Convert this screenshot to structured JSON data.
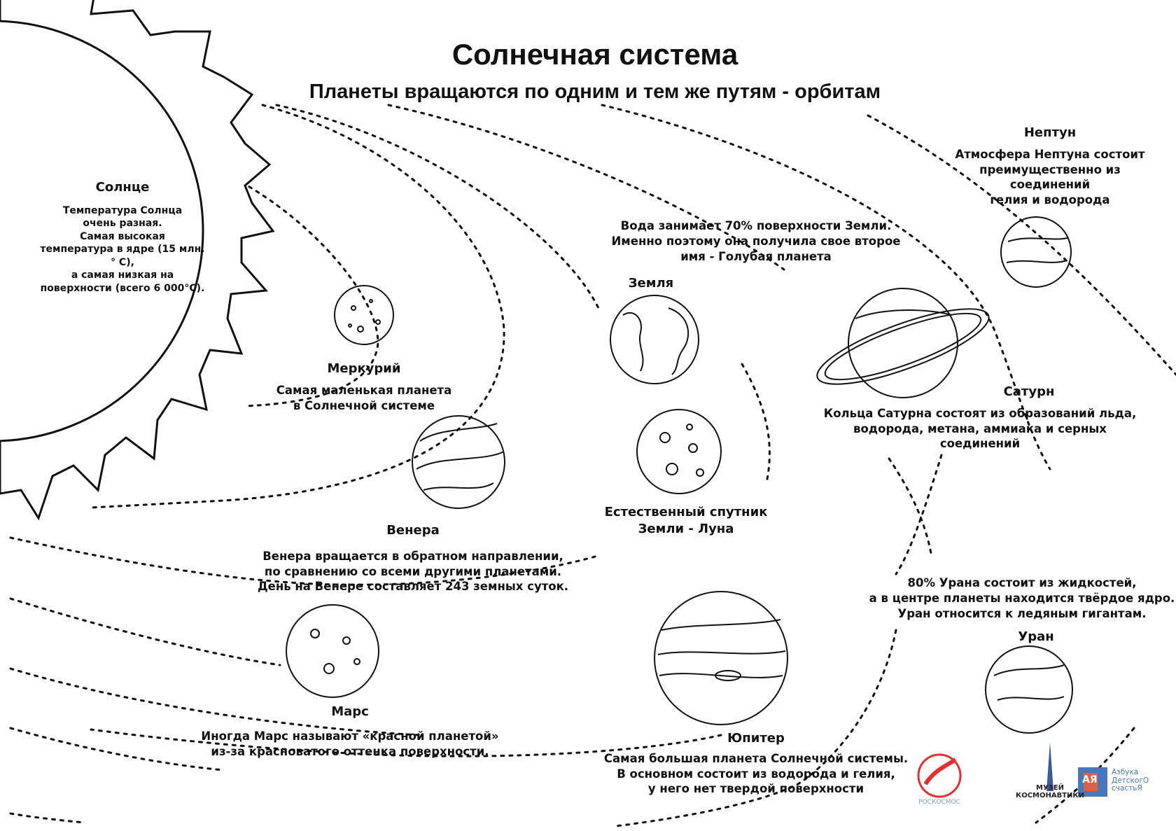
{
  "title": "Солнечная система",
  "subtitle": "Планеты вращаются по одним и тем же путям -  орбитам",
  "sun": {
    "name": "Солнце",
    "lines": [
      "Температура Солнца",
      "очень разная.",
      "Самая высокая",
      "температура в ядре (15 млн.° С),",
      "а самая низкая на",
      "поверхности (всего 6 000°С)."
    ]
  },
  "mercury": {
    "name": "Меркурий",
    "lines": [
      "Самая маленькая планета",
      "в Солнечной системе"
    ]
  },
  "venus": {
    "name": "Венера",
    "lines": [
      "Венера вращается в обратном направлении,",
      "по сравнению со всеми другими планетами.",
      "День на Венере составляет 243 земных суток."
    ]
  },
  "earth": {
    "name": "Земля",
    "lines": [
      "Вода занимает 70% поверхности Земли.",
      "Именно поэтому она получила свое второе",
      "имя - Голубая планета"
    ]
  },
  "moon": {
    "lines": [
      "Естественный спутник",
      "Земли - Луна"
    ]
  },
  "mars": {
    "name": "Марс",
    "lines": [
      "Иногда Марс называют «красной планетой»",
      "из-за красноватого оттенка поверхности."
    ]
  },
  "jupiter": {
    "name": "Юпитер",
    "lines": [
      "Самая большая планета  Солнечной системы.",
      "В основном состоит из водорода и гелия,",
      "у него нет твердой поверхности"
    ]
  },
  "saturn": {
    "name": "Сатурн",
    "lines": [
      "Кольца Сатурна состоят из образований льда,",
      "водорода, метана, аммиака и серных соединений"
    ]
  },
  "uranus": {
    "name": "Уран",
    "lines": [
      "80% Урана состоит из жидкостей,",
      "а в центре планеты находится твёрдое ядро.",
      "Уран относится к ледяным гигантам."
    ]
  },
  "neptune": {
    "name": "Нептун",
    "lines": [
      "Атмосфера Нептуна состоит",
      "преимущественно из соединений",
      "гелия и водорода"
    ]
  },
  "logos": {
    "roscosmos": "РОСКОСМОС",
    "museum_line1": "МУЗЕЙ",
    "museum_line2": "КОСМОНАВТИКИ",
    "azbuka_line1": "Азбука",
    "azbuka_line2": "ДетскогО",
    "azbuka_line3": "счастьЯ",
    "azbuka_letters": "АЯ"
  },
  "colors": {
    "ink": "#111111",
    "roscosmos_red": "#e03030",
    "azbuka_blue": "#4a77b8",
    "azbuka_red": "#e06040"
  }
}
